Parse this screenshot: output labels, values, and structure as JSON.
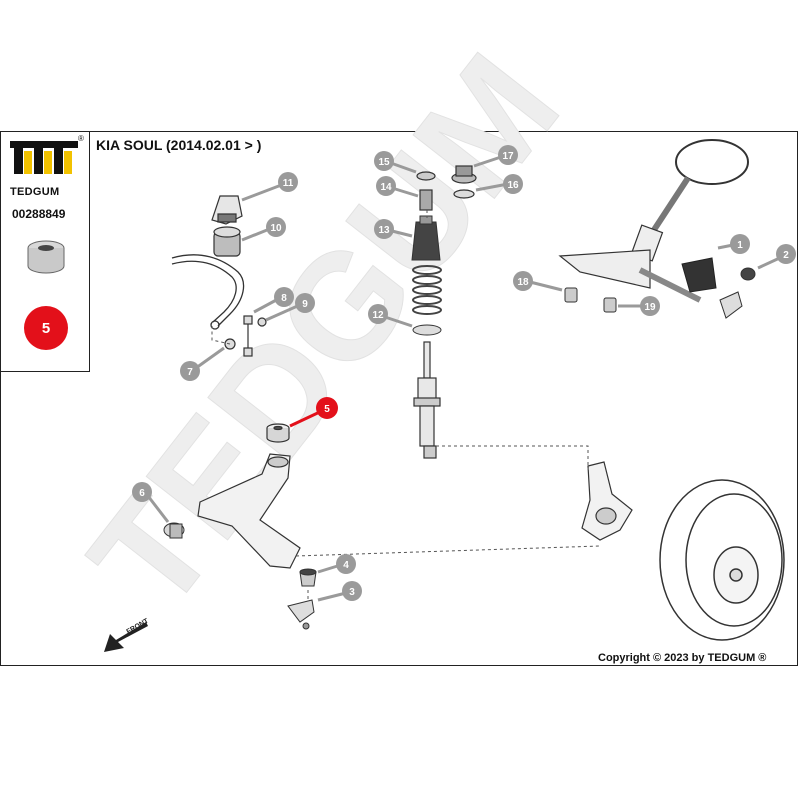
{
  "brand": {
    "name": "TEDGUM",
    "part_number": "00288849",
    "highlight_number": "5",
    "registered_mark": "®"
  },
  "title": "KIA SOUL  (2014.02.01 > )",
  "watermark": "TEDGUM",
  "copyright": "Copyright © 2023 by TEDGUM ®",
  "front_label": "FRONT",
  "callouts": [
    "1",
    "2",
    "3",
    "4",
    "5",
    "6",
    "7",
    "8",
    "9",
    "10",
    "11",
    "12",
    "13",
    "14",
    "15",
    "16",
    "17",
    "18",
    "19"
  ],
  "colors": {
    "callout_gray": "#9a9a9a",
    "highlight_red": "#e3101a",
    "line": "#333333",
    "logo_yellow": "#f2c200"
  }
}
